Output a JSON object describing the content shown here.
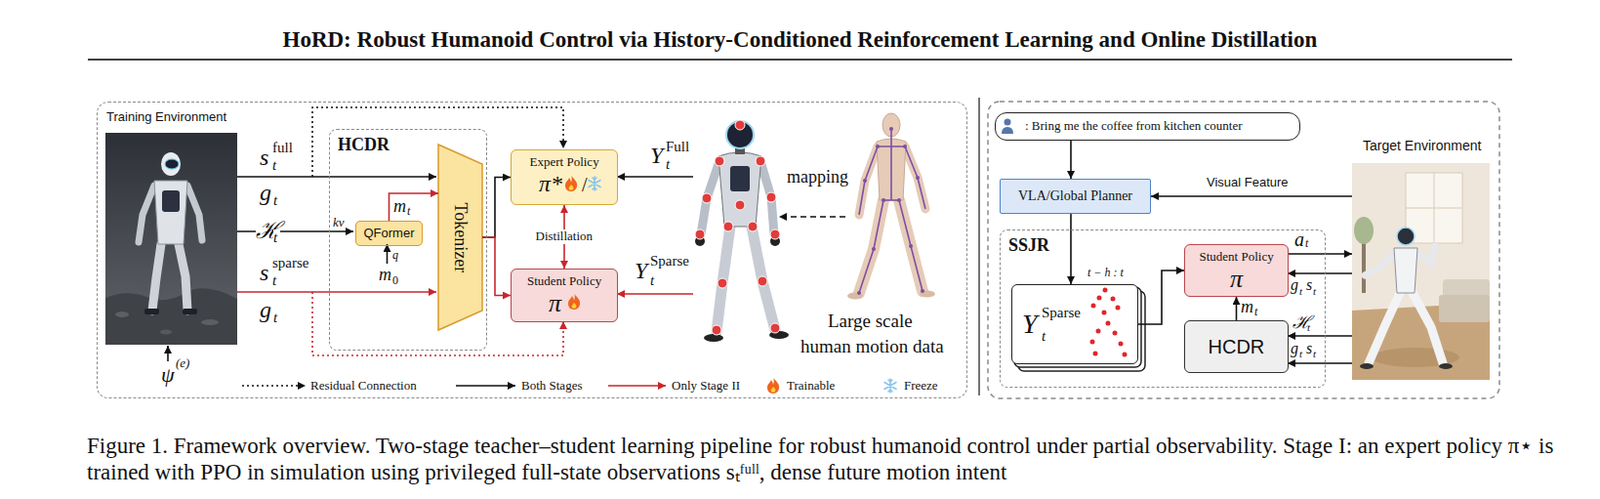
{
  "diagram": {
    "title": "HoRD: Robust Humanoid Control via History-Conditioned Reinforcement Learning and Online Distillation",
    "caption": "Figure 1. Framework overview. Two-stage teacher–student learning pipeline for robust humanoid control under partial observability. Stage I: an expert policy π⋆ is trained with PPO in simulation using privileged full-state observations sₜᶠᵘˡˡ, dense future motion intent",
    "nodes": [
      {
        "text": [
          "Training Environment"
        ]
      },
      {
        "text": [
          "HCDR"
        ],
        "in": 0
      },
      {
        "text": [
          "QFormer"
        ],
        "in": 1
      },
      {
        "text": [
          "Tokenizer"
        ],
        "in": 1
      },
      {
        "text": [
          "Expert Policy",
          "π*",
          "/"
        ],
        "in": 0
      },
      {
        "text": [
          "Student Policy",
          "π"
        ],
        "in": 0
      },
      {
        "text": [
          ": Bring me the coffee from kitchen counter"
        ]
      },
      {
        "text": [
          "VLA/Global Planner"
        ]
      },
      {
        "text": [
          "SSJR"
        ]
      },
      {
        "text": [
          "Y",
          "Sparse",
          "t"
        ],
        "in": 8
      },
      {
        "text": [
          "Student Policy",
          "π"
        ],
        "in": 8
      },
      {
        "text": [
          "HCDR"
        ],
        "in": 8
      }
    ],
    "edges": [
      {
        "from": 2,
        "to": 3,
        "arrow": "to"
      },
      {
        "from": 3,
        "to": 4,
        "arrow": "to"
      },
      {
        "from": 3,
        "to": 5,
        "arrow": "to"
      },
      {
        "from": 4,
        "to": 5,
        "label": "Distillation",
        "arrow": "both"
      },
      {
        "from": 6,
        "to": 7,
        "arrow": "to"
      },
      {
        "from": 7,
        "to": 9,
        "arrow": "to"
      },
      {
        "from": 9,
        "to": 10,
        "arrow": "to"
      },
      {
        "from": 11,
        "to": 10,
        "arrow": "to"
      }
    ],
    "labels": [
      "s",
      "full",
      "t",
      "g",
      "t",
      "ℋ",
      "t",
      "kv",
      "m",
      "t",
      "q",
      "m",
      "0",
      "s",
      "sparse",
      "t",
      "g",
      "t",
      "ψ",
      "(e)",
      "Y",
      "Full",
      "t",
      "Y",
      "Sparse",
      "t",
      "mapping",
      "Large scale",
      "human motion data",
      "Visual Feature",
      "Target Environment",
      "t − h : t",
      "a",
      "t",
      "g",
      "t",
      "s",
      "t",
      "m",
      "t",
      "ℋ",
      "t",
      "g",
      "t",
      "s",
      "t"
    ],
    "legend": [
      {
        "text": "Residual Connection"
      },
      {
        "text": "Both Stages"
      },
      {
        "text": "Only Stage II"
      },
      {
        "text": "Trainable"
      },
      {
        "text": "Freeze"
      }
    ]
  }
}
